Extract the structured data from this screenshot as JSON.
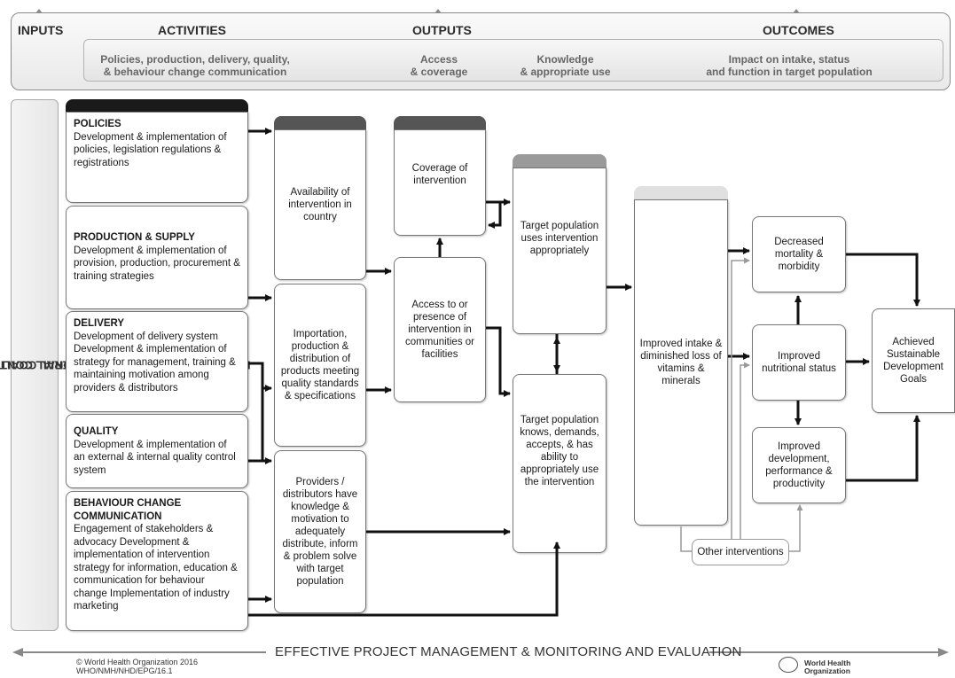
{
  "header": {
    "inputs": "INPUTS",
    "activities": "ACTIVITIES",
    "outputs": "OUTPUTS",
    "outcomes": "OUTCOMES",
    "activities_sub_1": "Policies, production, delivery, quality,",
    "activities_sub_2": "& behaviour change communication",
    "access_1": "Access",
    "access_2": "& coverage",
    "knowledge_1": "Knowledge",
    "knowledge_2": "& appropriate use",
    "impact_1": "Impact on intake, status",
    "impact_2": "and function in target population"
  },
  "sidebar": {
    "line1": "MANAGEMENT, STAFF, NATIONAL COALITION, FINANCIAL RESOURCES,",
    "line2": "INFRASTRUCTURE, OTHER MATERIAL CONTRIBUTIONS FROM PARTNERS"
  },
  "activities": [
    {
      "title": "POLICIES",
      "body": "Development & implementation of policies, legislation regulations & registrations"
    },
    {
      "title": "PRODUCTION & SUPPLY",
      "body": "Development & implementation of provision, production, procurement & training strategies"
    },
    {
      "title": "DELIVERY",
      "body": "Development of delivery system Development & implementation of strategy for management, training & maintaining motivation among providers & distributors"
    },
    {
      "title": "QUALITY",
      "body": "Development & implementation of an external & internal quality control system"
    },
    {
      "title": "BEHAVIOUR CHANGE COMMUNICATION",
      "body": "Engagement of stakeholders & advocacy Development & implementation of intervention strategy for information, education & communication for behaviour change Implementation of industry marketing"
    }
  ],
  "boxes": {
    "availability": "Availability of intervention in country",
    "importation": "Importation, production & distribution of products meeting quality standards & specifications",
    "providers": "Providers / distributors have knowledge & motivation to adequately distribute, inform & problem solve with target population",
    "coverage": "Coverage of intervention",
    "access": "Access to or presence of intervention in communities or facilities",
    "uses": "Target population uses intervention appropriately",
    "knows": "Target population knows, demands, accepts, & has ability to appropriately use the intervention",
    "intake": "Improved intake & diminished loss of vitamins & minerals",
    "mortality": "Decreased mortality & morbidity",
    "nutritional": "Improved nutritional status",
    "development": "Improved development, performance & productivity",
    "sdg": "Achieved Sustainable Development Goals",
    "other": "Other interventions"
  },
  "footer": {
    "title": "EFFECTIVE PROJECT MANAGEMENT & MONITORING AND EVALUATION",
    "copyright_1": "© World Health Organization 2016",
    "copyright_2": "WHO/NMH/NHD/EPG/16.1",
    "who_1": "World Health",
    "who_2": "Organization"
  },
  "colors": {
    "dark_cap": "#1a1a1a",
    "gray_cap": "#555555",
    "light_cap": "#9a9a9a",
    "pale_cap": "#e0e0e0"
  }
}
